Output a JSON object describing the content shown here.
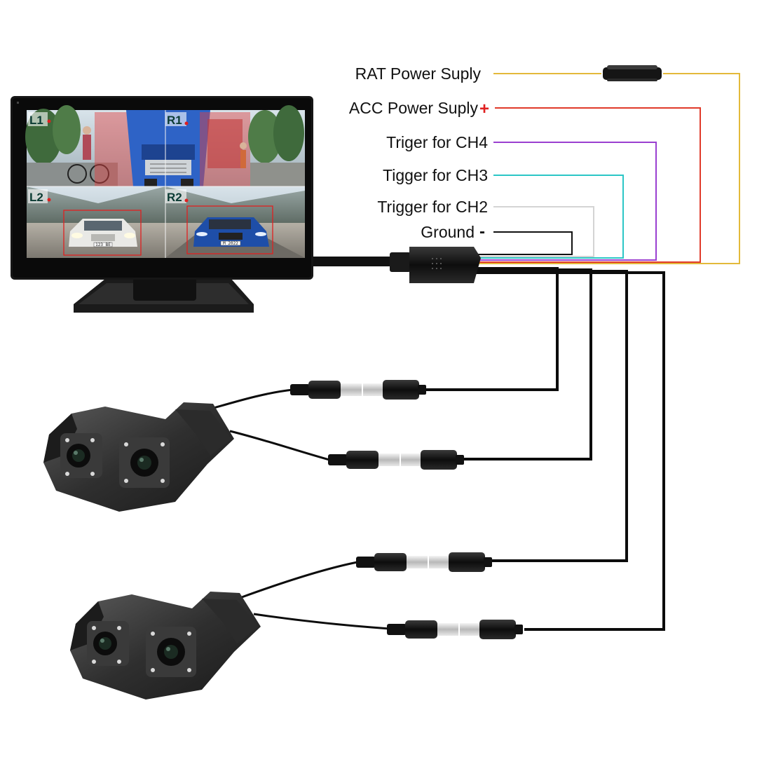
{
  "labels": {
    "rat": "RAT Power Suply",
    "acc": "ACC Power Suply",
    "acc_sign": "+",
    "ch4": "Triger for CH4",
    "ch3": "Tigger for CH3",
    "ch2": "Trigger for CH2",
    "ground": "Ground",
    "ground_sign": "-"
  },
  "channels": {
    "l1": "L1",
    "r1": "R1",
    "l2": "L2",
    "r2": "R2"
  },
  "plates": {
    "l2_car": "123 BE",
    "r2_car": "M 2022"
  },
  "colors": {
    "rat_wire": "#e3b93a",
    "acc_wire": "#e03a2a",
    "ch4_wire": "#9a3fd0",
    "ch3_wire": "#2bc6c6",
    "ch2_wire": "#d4d4d4",
    "ground_wire": "#111111",
    "plus_sign": "#e02020",
    "channel_dot": "#e02020",
    "detection_box": "#e02020"
  }
}
